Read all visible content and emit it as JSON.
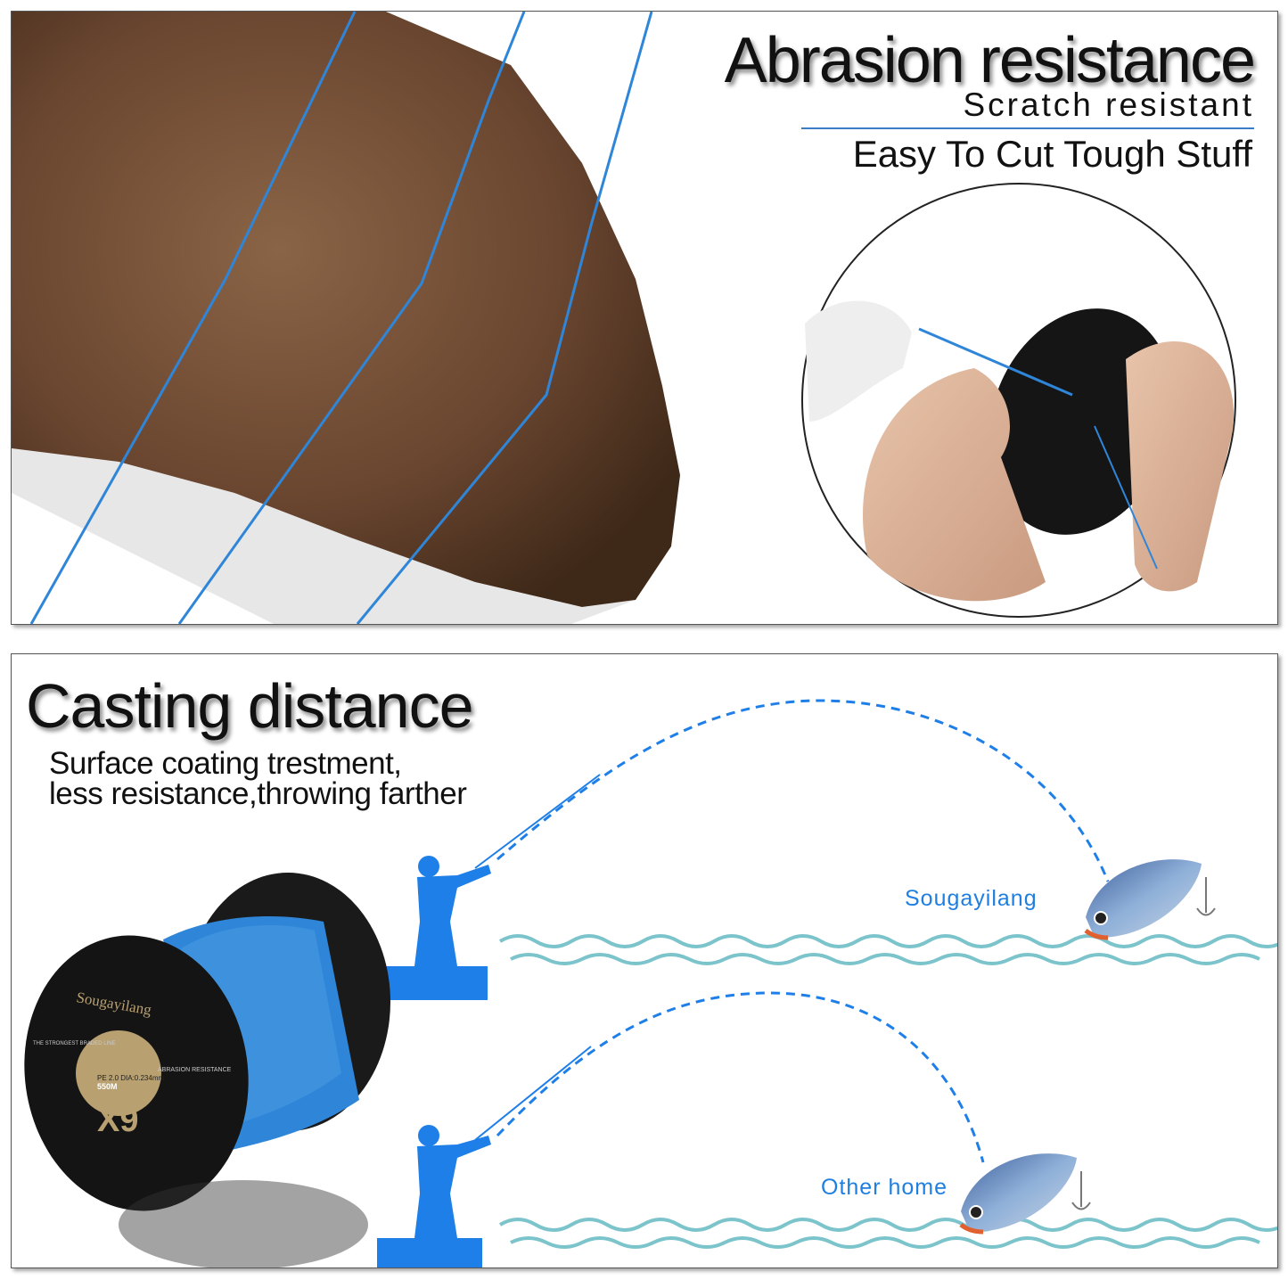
{
  "abrasion": {
    "title": "Abrasion resistance",
    "subtitle": "Scratch resistant",
    "tagline": "Easy To Cut Tough Stuff"
  },
  "casting": {
    "title": "Casting distance",
    "subtitle_line1": "Surface coating trestment,",
    "subtitle_line2": "less resistance,throwing farther",
    "label_top": "Sougayilang",
    "label_bottom": "Other home"
  },
  "spool": {
    "brand": "Sougayilang",
    "left_text": "THE STRONGEST BRADED LINE",
    "right_text": "ABRASION RESISTANCE",
    "spec": "PE 2.0 DIA:0.234mm",
    "length": "550M",
    "model": "X9"
  },
  "colors": {
    "line_blue": "#2f86d8",
    "silhouette_blue": "#1f7fe8",
    "rock_brown": "#6b4a33",
    "spool_gold": "#b8a070"
  }
}
